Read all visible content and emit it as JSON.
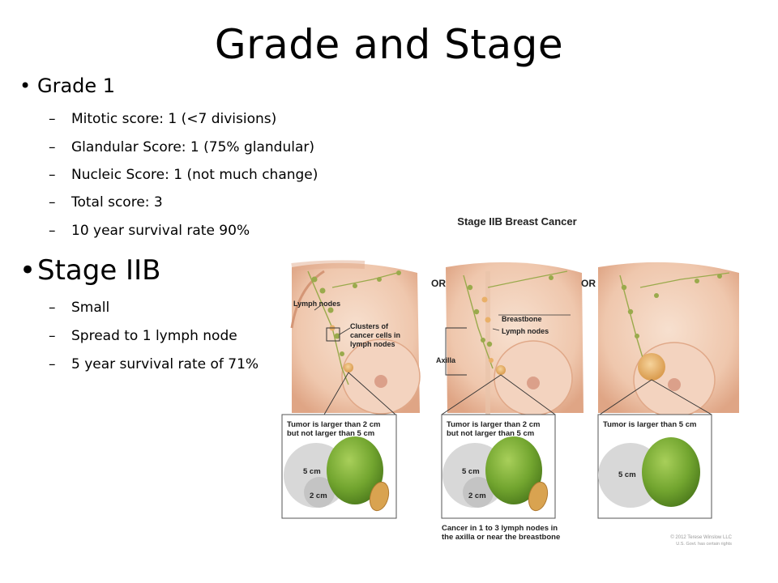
{
  "title": "Grade and Stage",
  "grade": {
    "heading": "Grade 1",
    "items": [
      "Mitotic score: 1 (<7 divisions)",
      "Glandular Score: 1 (75% glandular)",
      "Nucleic Score: 1 (not much change)",
      "Total score: 3",
      "10 year survival rate 90%"
    ]
  },
  "stage": {
    "heading": "Stage IIB",
    "items": [
      "Small",
      "Spread to 1 lymph node",
      "5 year survival rate of 71%"
    ]
  },
  "figure": {
    "title": "Stage IIB Breast Cancer",
    "or_label": "OR",
    "labels": {
      "lymph_nodes": "Lymph nodes",
      "clusters_line1": "Clusters of",
      "clusters_line2": "cancer cells in",
      "clusters_line3": "lymph nodes",
      "breastbone": "Breastbone",
      "axilla": "Axilla"
    },
    "panels": [
      {
        "line1": "Tumor is larger than 2 cm",
        "line2": "but not larger than 5 cm",
        "big": "5 cm",
        "small": "2 cm"
      },
      {
        "line1": "Tumor is larger than 2 cm",
        "line2": "but not larger than 5 cm",
        "big": "5 cm",
        "small": "2 cm"
      },
      {
        "line1": "Tumor is larger than 5 cm",
        "line2": "",
        "big": "5 cm",
        "small": ""
      }
    ],
    "caption_line1": "Cancer in 1 to 3 lymph nodes in",
    "caption_line2": "the axilla or near the breastbone",
    "copyright_line1": "© 2012 Terese Winslow LLC",
    "copyright_line2": "U.S. Govt. has certain rights"
  },
  "colors": {
    "skin": "#f1cdb6",
    "skin_shadow": "#e2ab8e",
    "lymph": "#9aaa4c",
    "tumor": "#e9b068",
    "lime": "#78a832",
    "circle": "#d8d8d8",
    "seed": "#d9a350"
  }
}
